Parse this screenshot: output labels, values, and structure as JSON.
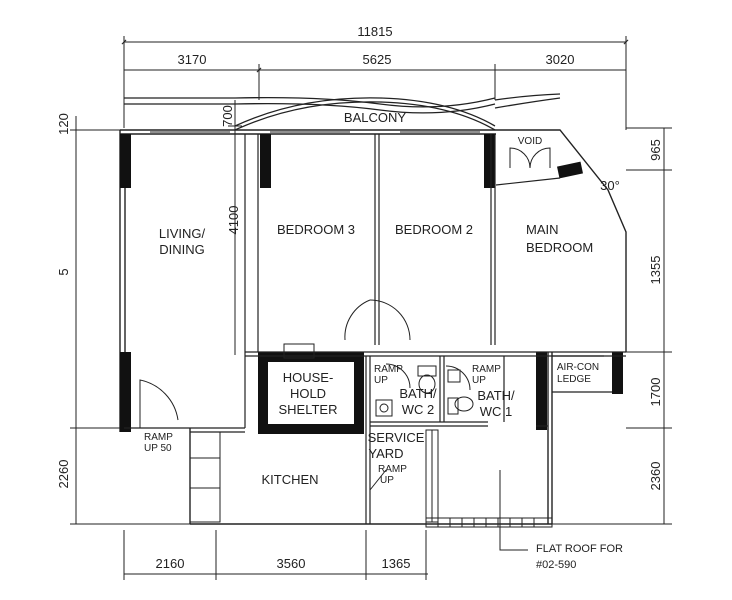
{
  "dimensions": {
    "top_total": "11815",
    "top_segments": [
      "3170",
      "5625",
      "3020"
    ],
    "bottom_segments": [
      "2160",
      "3560",
      "1365"
    ],
    "left_top": "120",
    "left_mid": "5",
    "left_bottom": "2260",
    "inner_700": "700",
    "inner_4100": "4100",
    "right": [
      "965",
      "1355",
      "1700",
      "2360"
    ],
    "angle": "30°"
  },
  "rooms": {
    "balcony": "BALCONY",
    "void": "VOID",
    "living_line1": "LIVING/",
    "living_line2": "DINING",
    "bedroom3": "BEDROOM  3",
    "bedroom2": "BEDROOM  2",
    "main_line1": "MAIN",
    "main_line2": "BEDROOM",
    "shelter_line1": "HOUSE-",
    "shelter_line2": "HOLD",
    "shelter_line3": "SHELTER",
    "bath2_line1": "BATH/",
    "bath2_line2": "WC  2",
    "bath1_line1": "BATH/",
    "bath1_line2": "WC  1",
    "kitchen": "KITCHEN",
    "service_line1": "SERVICE",
    "service_line2": "YARD",
    "ac_line1": "AIR-CON",
    "ac_line2": "LEDGE"
  },
  "ramps": {
    "ramp_up_50_line1": "RAMP",
    "ramp_up_50_line2": "UP 50",
    "ramp_up_line1": "RAMP",
    "ramp_up_line2": "UP"
  },
  "notes": {
    "flat_roof_line1": "FLAT ROOF FOR",
    "flat_roof_line2": "#02-590"
  }
}
